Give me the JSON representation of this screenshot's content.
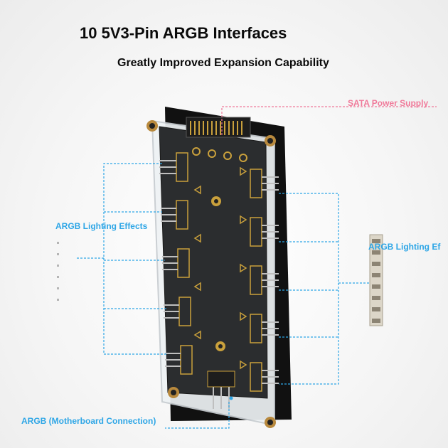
{
  "headline": "10 5V3-Pin ARGB Interfaces",
  "subheadline": "Greatly Improved Expansion Capability",
  "callouts": {
    "sata": "SATA Power Supply",
    "argb_left": "ARGB Lighting Effects",
    "argb_right": "ARGB Lighting Ef",
    "motherboard": "ARGB (Motherboard Connection)"
  },
  "colors": {
    "sata_callout": "#f07a9a",
    "argb_callout": "#2ea6e6",
    "pcb": "#2b2d2f",
    "acrylic": "#eef2f4"
  }
}
